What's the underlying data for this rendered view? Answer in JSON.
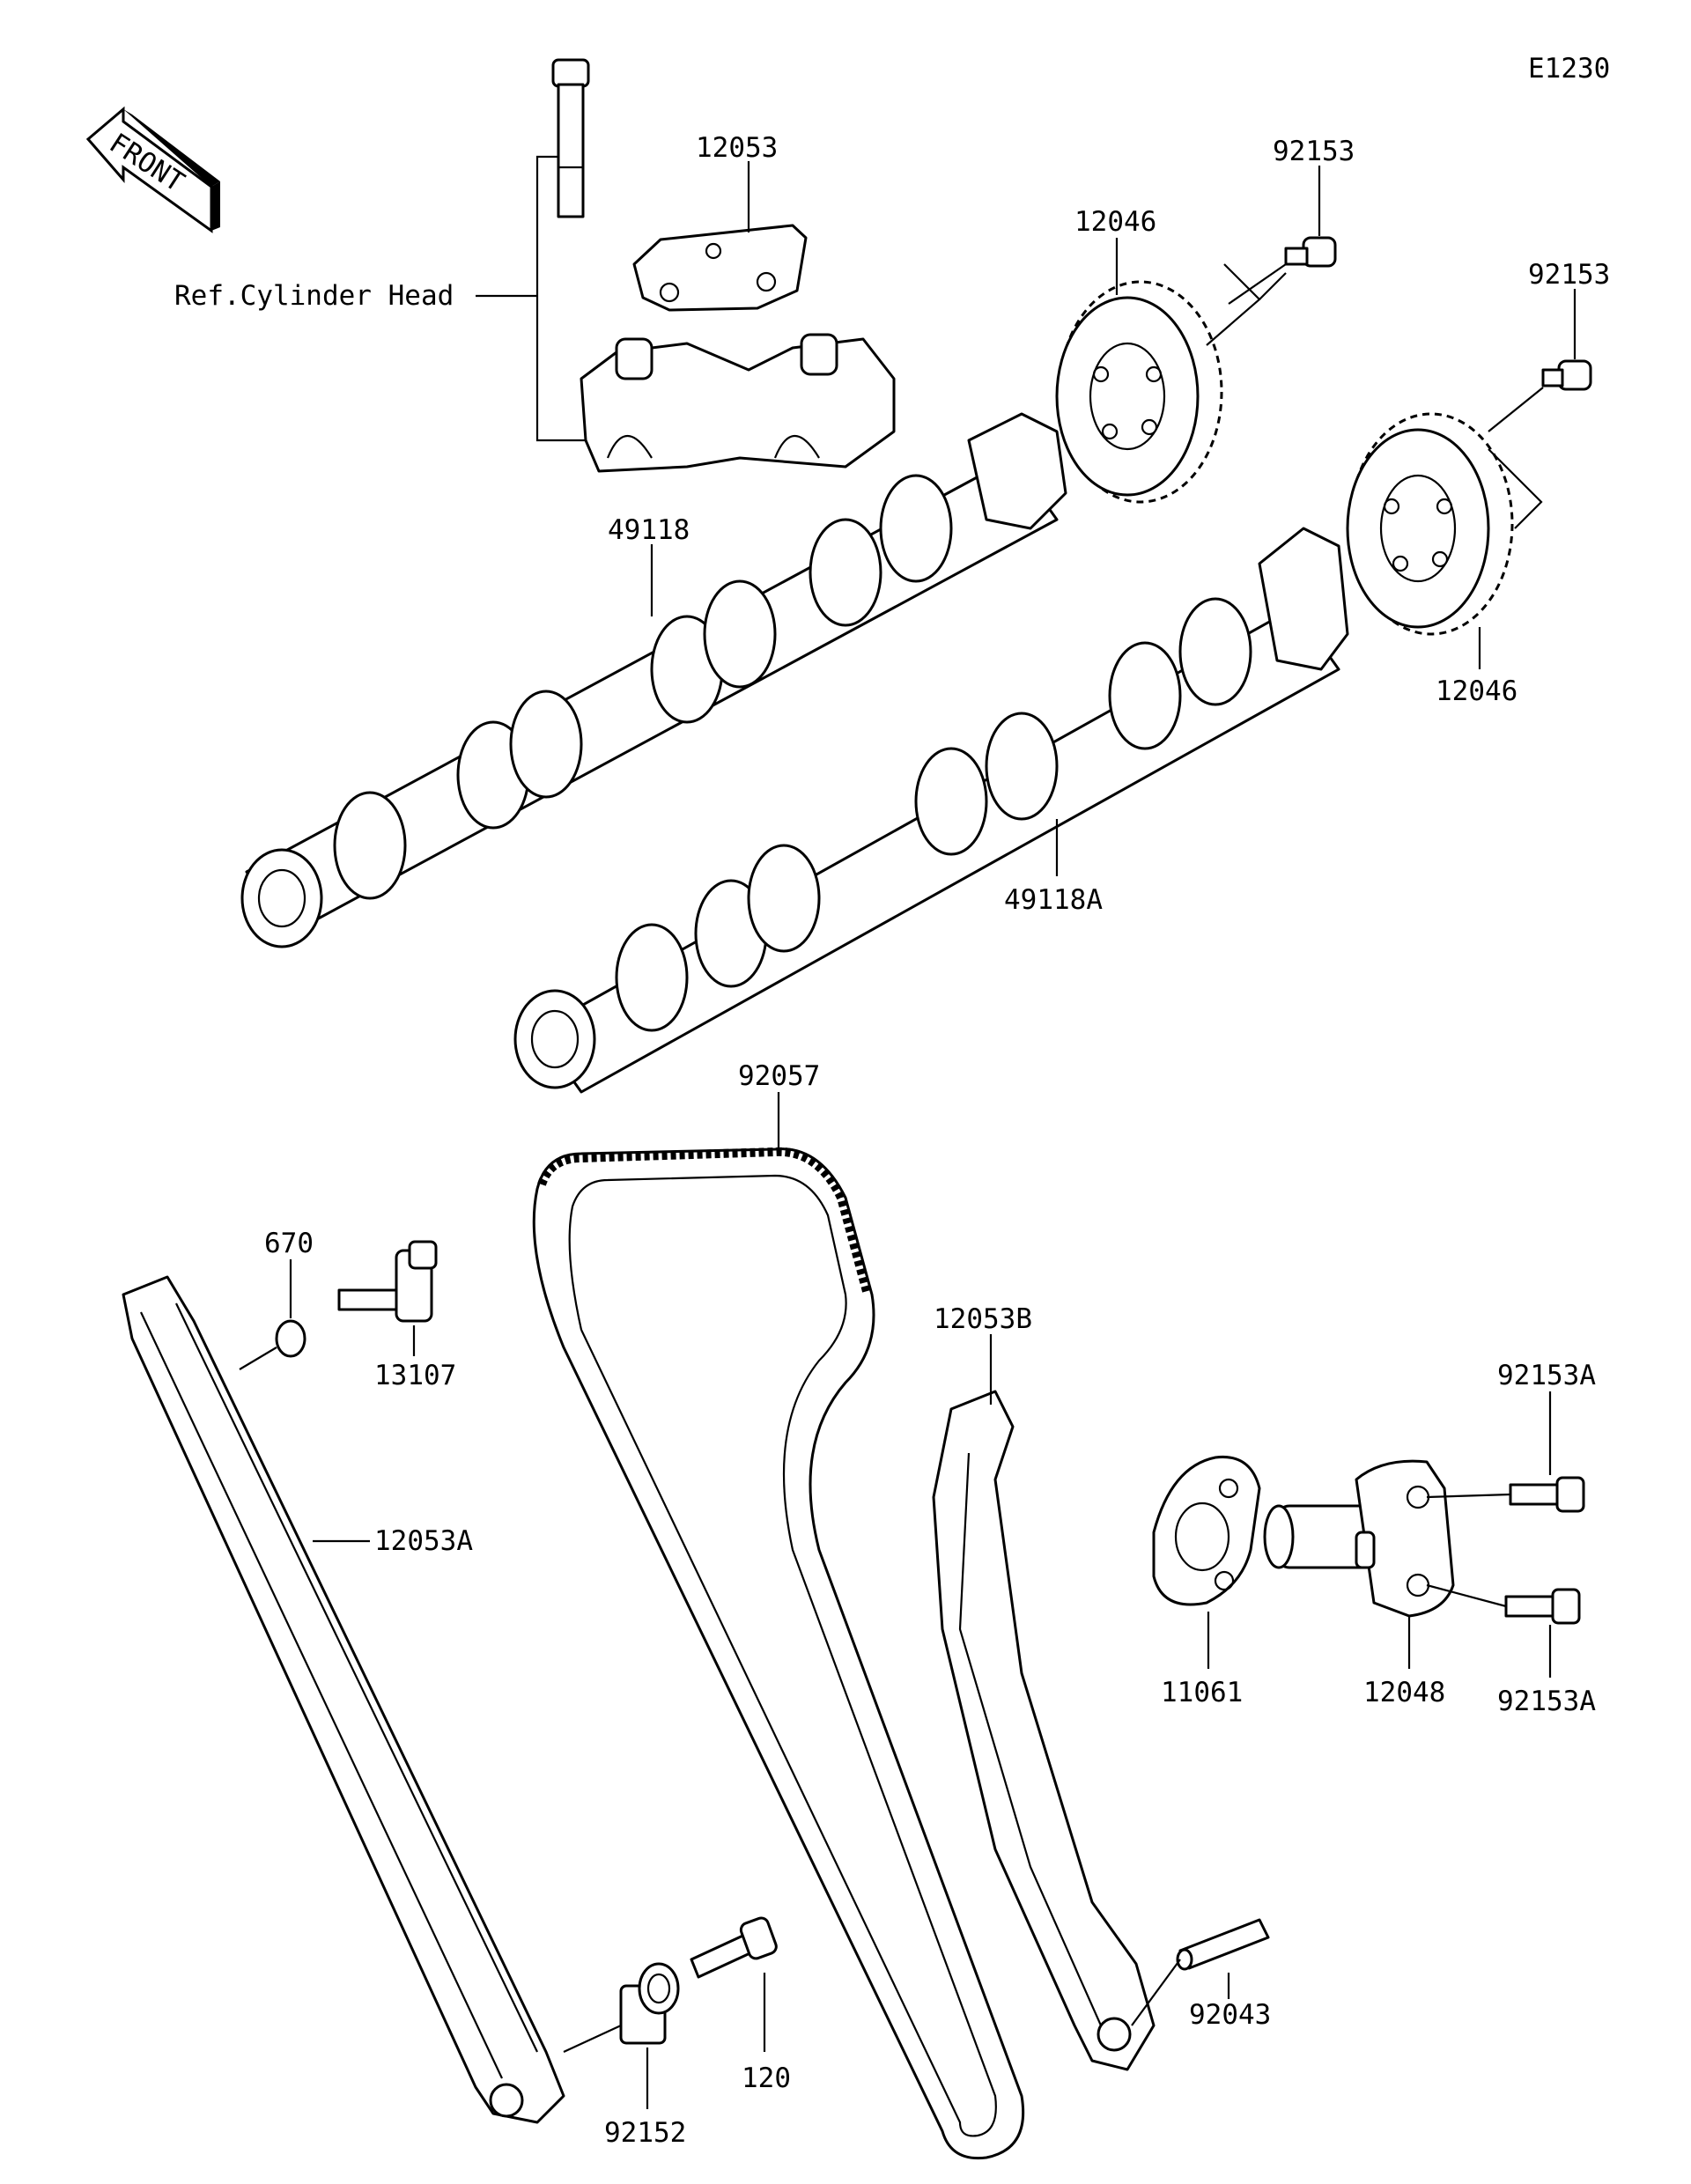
{
  "diagram_code": "E1230",
  "front_label": "FRONT",
  "reference_note": "Ref.Cylinder Head",
  "parts": {
    "p12053": "12053",
    "p92153_a": "92153",
    "p12046_a": "12046",
    "p92153_b": "92153",
    "p49118": "49118",
    "p12046_b": "12046",
    "p49118A": "49118A",
    "p92057": "92057",
    "p670": "670",
    "p13107": "13107",
    "p12053B": "12053B",
    "p92153A_a": "92153A",
    "p12053A": "12053A",
    "p11061": "11061",
    "p12048": "12048",
    "p92153A_b": "92153A",
    "p92043": "92043",
    "p120": "120",
    "p92152": "92152"
  }
}
